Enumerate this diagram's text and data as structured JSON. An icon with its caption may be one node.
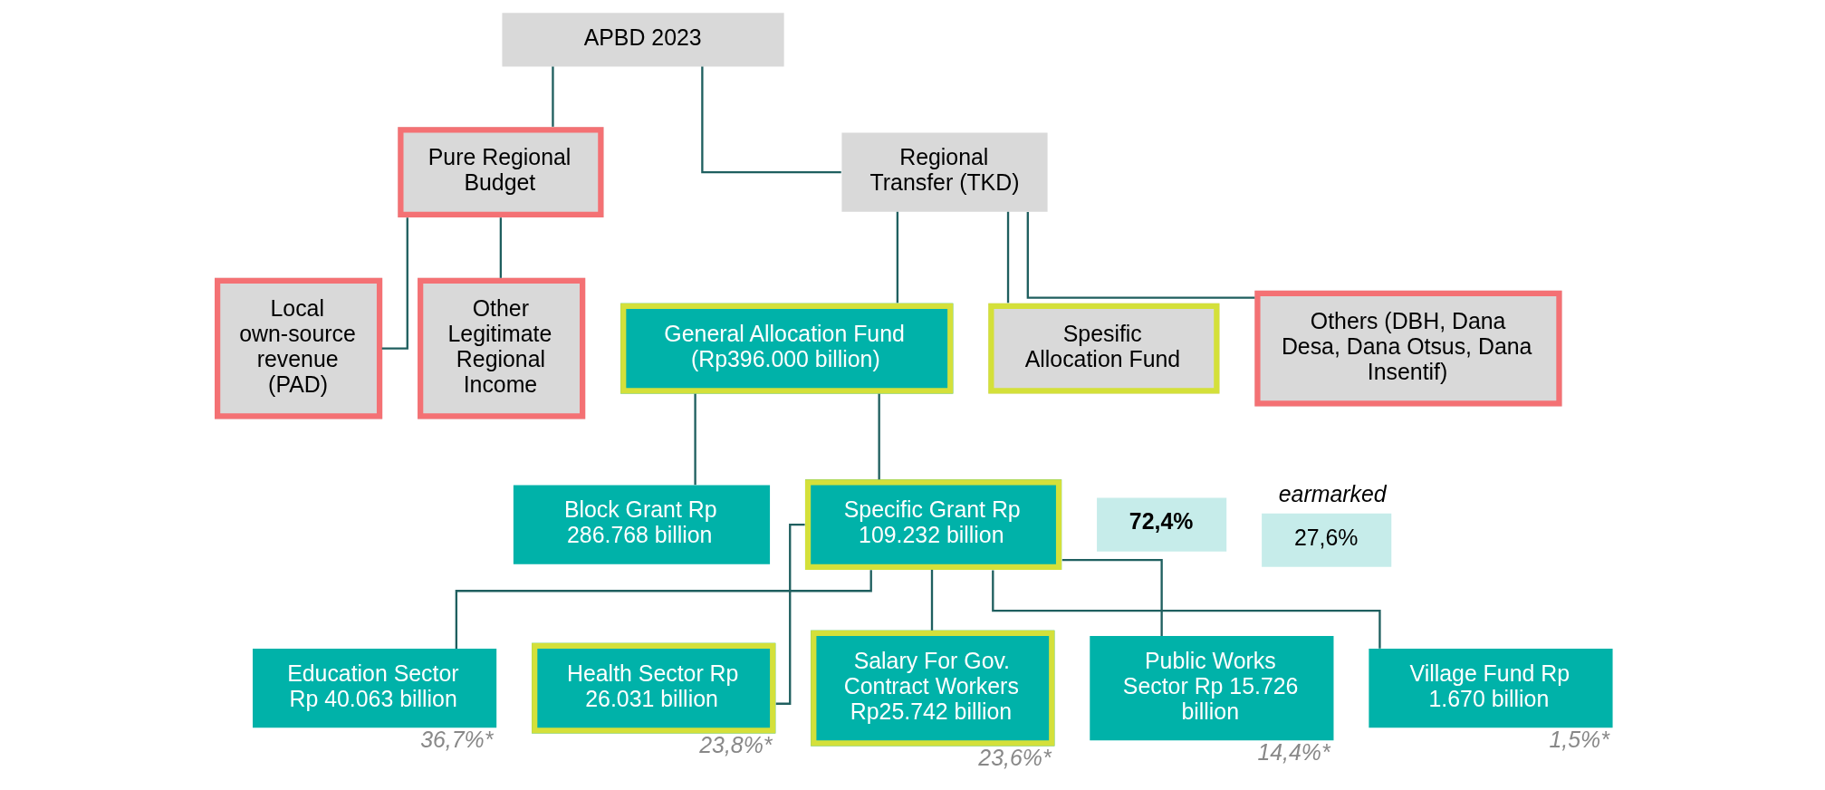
{
  "diagram": {
    "nodes": [
      {
        "text": [
          "APBD 2023"
        ]
      },
      {
        "text": [
          "Pure Regional Budget"
        ]
      },
      {
        "text": [
          "Regional Transfer (TKD)"
        ]
      },
      {
        "text": [
          "Local own-source revenue (PAD)"
        ]
      },
      {
        "text": [
          "Other Legitimate Regional Income"
        ]
      },
      {
        "text": [
          "General Allocation Fund",
          "(Rp396.000 billion)"
        ]
      },
      {
        "text": [
          "Spesific Allocation Fund"
        ]
      },
      {
        "text": [
          "Others (DBH, Dana Desa, Dana Otsus, Dana Insentif)"
        ]
      },
      {
        "text": [
          "Block Grant Rp 286.768 billion"
        ]
      },
      {
        "text": [
          "72,4%"
        ]
      },
      {
        "text": [
          "Specific Grant Rp 109.232 billion"
        ]
      },
      {
        "text": [
          "27,6%"
        ],
        "beside": [
          "earmarked"
        ]
      },
      {
        "text": [
          "Education Sector Rp 40.063 billion"
        ],
        "beside": [
          "36,7%*"
        ]
      },
      {
        "text": [
          "Health Sector Rp 26.031 billion"
        ],
        "beside": [
          "23,8%*"
        ]
      },
      {
        "text": [
          "Salary For Gov. Contract Workers Rp25.742 billion"
        ],
        "beside": [
          "23,6%*"
        ]
      },
      {
        "text": [
          "Public Works Sector Rp 15.726 billion"
        ],
        "beside": [
          "14,4%*"
        ]
      },
      {
        "text": [
          "Village Fund Rp 1.670 billion"
        ],
        "beside": [
          "1,5%*"
        ]
      }
    ],
    "edges": [
      {
        "from": 0,
        "to": 1,
        "arrow": "none"
      },
      {
        "from": 0,
        "to": 2,
        "arrow": "none"
      },
      {
        "from": 1,
        "to": 3,
        "arrow": "none"
      },
      {
        "from": 1,
        "to": 4,
        "arrow": "none"
      },
      {
        "from": 2,
        "to": 5,
        "arrow": "none"
      },
      {
        "from": 2,
        "to": 6,
        "arrow": "none"
      },
      {
        "from": 2,
        "to": 7,
        "arrow": "none"
      },
      {
        "from": 5,
        "to": 8,
        "arrow": "none"
      },
      {
        "from": 5,
        "to": 10,
        "arrow": "none"
      },
      {
        "from": 10,
        "to": 12,
        "arrow": "none"
      },
      {
        "from": 10,
        "to": 13,
        "arrow": "none"
      },
      {
        "from": 10,
        "to": 14,
        "arrow": "none"
      },
      {
        "from": 10,
        "to": 15,
        "arrow": "none"
      },
      {
        "from": 10,
        "to": 16,
        "arrow": "none"
      }
    ]
  }
}
